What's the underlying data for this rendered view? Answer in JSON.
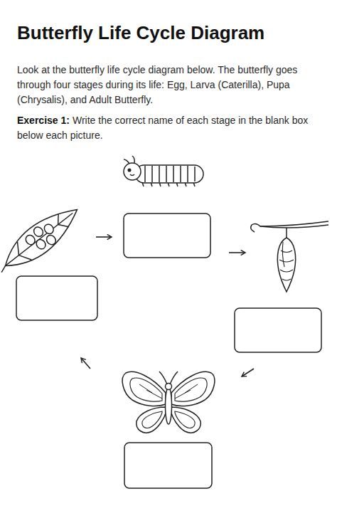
{
  "diagram": {
    "title": "Butterfly Life Cycle Diagram",
    "labels": [
      "Look at the butterfly life cycle diagram below. The butterfly goes through four stages during its life: Egg, Larva (Caterilla), Pupa (Chrysalis), and Adult Butterfly.",
      "Exercise 1:",
      "Write the correct name of each stage in the blank box below each picture."
    ]
  }
}
